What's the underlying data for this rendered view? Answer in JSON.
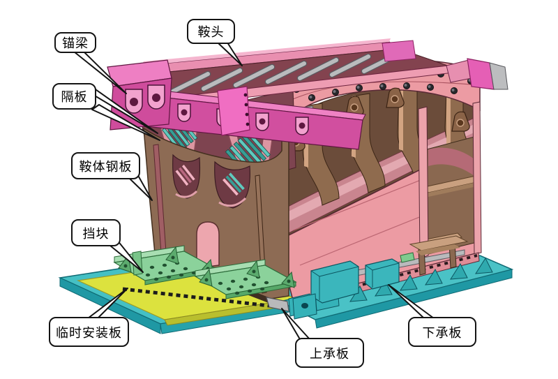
{
  "figure": {
    "kind": "cad-annotated-diagram",
    "background": "#ffffff",
    "labels": [
      {
        "id": "anchor-beam",
        "text": "锚梁"
      },
      {
        "id": "saddle-head",
        "text": "鞍头"
      },
      {
        "id": "diaphragm",
        "text": "隔板"
      },
      {
        "id": "saddle-body-plate",
        "text": "鞍体钢板"
      },
      {
        "id": "stop-block",
        "text": "挡块"
      },
      {
        "id": "temp-install-plate",
        "text": "临时安装板"
      },
      {
        "id": "upper-bearing-plate",
        "text": "上承板"
      },
      {
        "id": "lower-bearing-plate",
        "text": "下承板"
      }
    ],
    "colors": {
      "side_plate_pink": "#ec9ba3",
      "anchor_beam_magenta": "#d14f9f",
      "bright_pink_panel": "#f06ec2",
      "body_wall_brown": "#8d6b54",
      "rib_brown": "#8f6b4e",
      "groove_band_mauve": "#c9858f",
      "base_teal": "#45c0c4",
      "stop_block_green": "#8bd29b",
      "temp_plate_yellow": "#dce23e",
      "rod_gray": "#b9babc",
      "callout_border": "#141414"
    }
  }
}
